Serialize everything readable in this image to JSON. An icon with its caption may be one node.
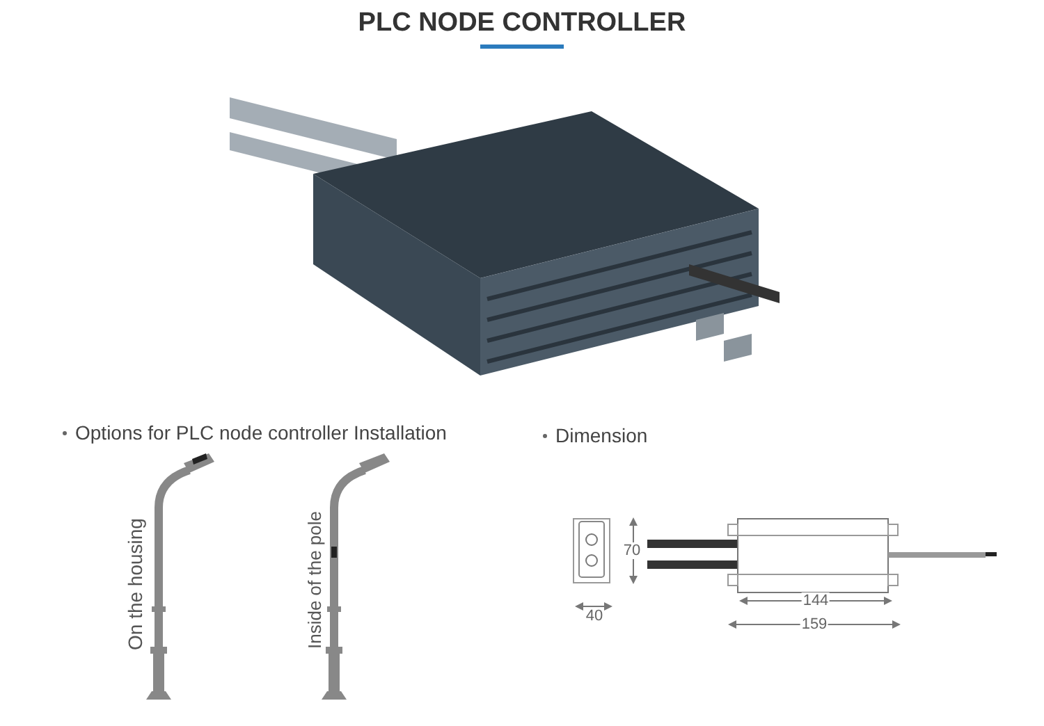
{
  "diagram": {
    "title": "PLC NODE CONTROLLER",
    "labels": [
      "Options for PLC node controller Installation",
      "Dimension",
      "On the housing",
      "Inside of the pole",
      "70",
      "40",
      "144",
      "159"
    ]
  }
}
